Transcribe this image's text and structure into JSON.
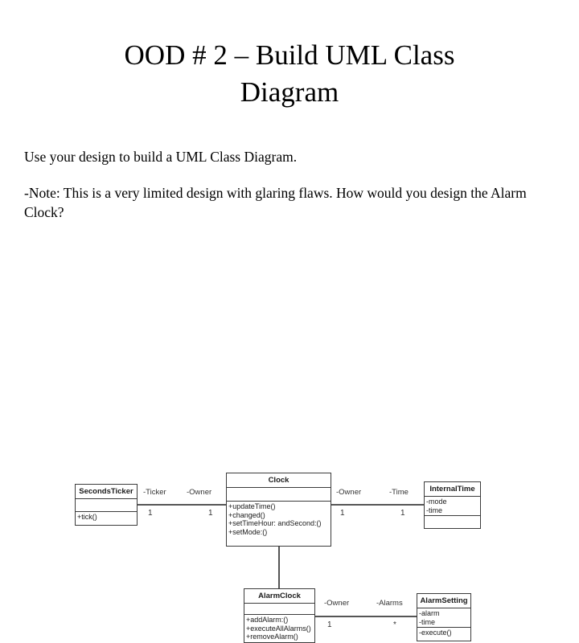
{
  "slide": {
    "title": "OOD # 2 – Build UML Class\nDiagram",
    "paragraph_1": "Use your design to build a UML Class Diagram.",
    "paragraph_2": "-Note:  This is a very limited design with glaring flaws.  How would you design the Alarm Clock?"
  },
  "diagram": {
    "type": "uml-class-diagram",
    "classes": [
      {
        "id": "secondsticker",
        "name": "SecondsTicker",
        "attributes": [],
        "operations": [
          "+tick()"
        ]
      },
      {
        "id": "clock",
        "name": "Clock",
        "attributes": [],
        "operations": [
          "+updateTime()",
          "+changed()",
          "+setTimeHour: andSecond:()",
          "+setMode:()"
        ]
      },
      {
        "id": "internaltime",
        "name": "InternalTime",
        "attributes": [
          "-mode",
          "-time"
        ],
        "operations": []
      },
      {
        "id": "alarmclock",
        "name": "AlarmClock",
        "attributes": [],
        "operations": [
          "+addAlarm:()",
          "+executeAllAlarms()",
          "+removeAlarm()"
        ]
      },
      {
        "id": "alarmsetting",
        "name": "AlarmSetting",
        "attributes": [
          "-alarm",
          "-time"
        ],
        "operations": [
          "-execute()"
        ]
      }
    ],
    "associations": [
      {
        "id": "ticker-clock",
        "from": "SecondsTicker",
        "to": "Clock",
        "from_role": "-Ticker",
        "to_role": "-Owner",
        "from_multiplicity": "1",
        "to_multiplicity": "1"
      },
      {
        "id": "clock-internaltime",
        "from": "Clock",
        "to": "InternalTime",
        "from_role": "-Owner",
        "to_role": "-Time",
        "from_multiplicity": "1",
        "to_multiplicity": "1"
      },
      {
        "id": "alarmclock-alarmsetting",
        "from": "AlarmClock",
        "to": "AlarmSetting",
        "from_role": "-Owner",
        "to_role": "-Alarms",
        "from_multiplicity": "1",
        "to_multiplicity": "*"
      }
    ],
    "generalizations": [
      {
        "id": "alarmclock-isa-clock",
        "child": "AlarmClock",
        "parent": "Clock"
      }
    ]
  },
  "colors": {
    "background": "#ffffff",
    "text": "#000000",
    "diagram_stroke": "#3b3b3b",
    "connector": "#555555"
  }
}
